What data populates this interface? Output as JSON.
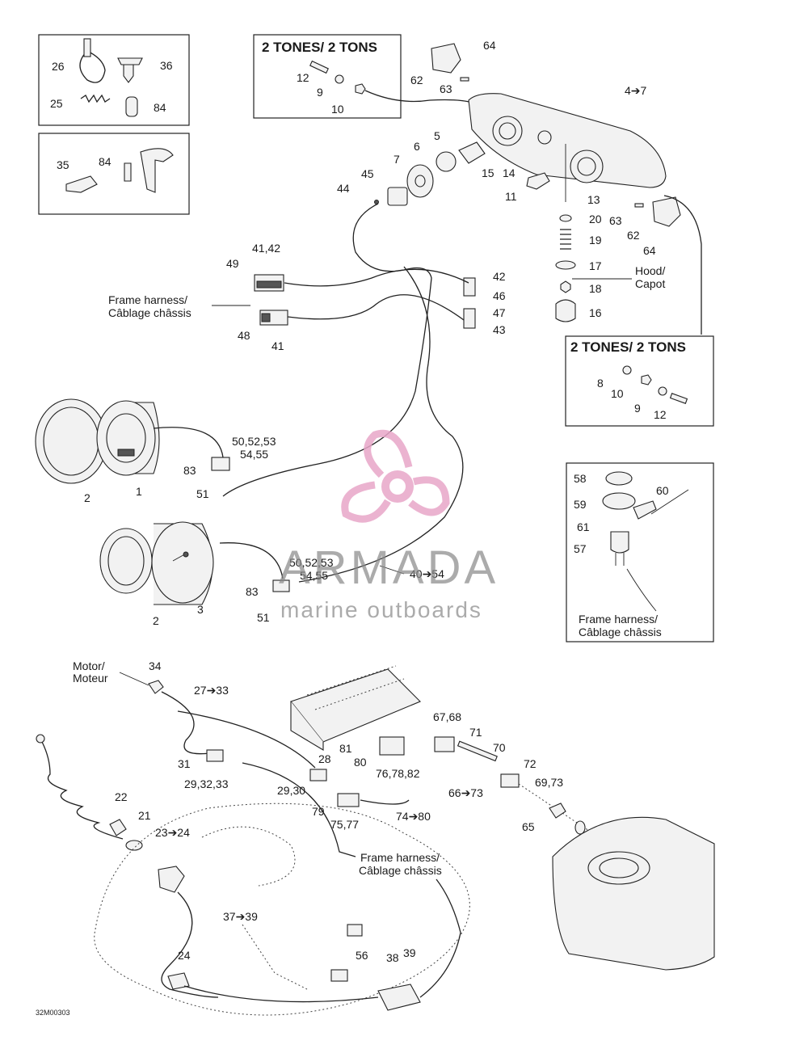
{
  "diagram": {
    "box_titles": {
      "tones_top": "2 TONES/ 2 TONS",
      "tones_right": "2 TONES/ 2 TONS"
    },
    "notes": {
      "frame_harness_1": [
        "Frame harness/",
        "Câblage châssis"
      ],
      "frame_harness_2": [
        "Frame harness/",
        "Câblage châssis"
      ],
      "frame_harness_3": [
        "Frame harness/",
        "Câblage châssis"
      ],
      "hood": [
        "Hood/",
        "Capot"
      ],
      "motor": [
        "Motor/",
        "Moteur"
      ]
    },
    "watermark": {
      "brand": "ARMADA",
      "tagline": "marine outboards"
    },
    "drawing_code": "32M00303",
    "part_labels": {
      "p26": "26",
      "p36": "36",
      "p25": "25",
      "p84a": "84",
      "p35": "35",
      "p84b": "84",
      "p12a": "12",
      "p9a": "9",
      "p10a": "10",
      "p64a": "64",
      "p62a": "62",
      "p63a": "63",
      "p4to7": "4➔7",
      "p5": "5",
      "p6": "6",
      "p7": "7",
      "p45": "45",
      "p44": "44",
      "p15": "15",
      "p14": "14",
      "p11": "11",
      "p13": "13",
      "p20": "20",
      "p19": "19",
      "p17": "17",
      "p18": "18",
      "p16": "16",
      "p63b": "63",
      "p62b": "62",
      "p64b": "64",
      "p4142": "41,42",
      "p49": "49",
      "p48": "48",
      "p41": "41",
      "p42": "42",
      "p46": "46",
      "p47": "47",
      "p43": "43",
      "p8": "8",
      "p10b": "10",
      "p9b": "9",
      "p12b": "12",
      "p5052a": "50,52,53",
      "p5455a": "54,55",
      "p83a": "83",
      "p51a": "51",
      "p2a": "2",
      "p1": "1",
      "p58": "58",
      "p60": "60",
      "p59": "59",
      "p61": "61",
      "p57": "57",
      "p5052b": "50,52,53",
      "p5455b": "54,55",
      "p40to54": "40➔54",
      "p83b": "83",
      "p51b": "51",
      "p2b": "2",
      "p3": "3",
      "p34": "34",
      "p27to33": "27➔33",
      "p31": "31",
      "p293233": "29,32,33",
      "p28": "28",
      "p2930": "29,30",
      "p22": "22",
      "p21": "21",
      "p23to24": "23➔24",
      "p6768": "67,68",
      "p71": "71",
      "p70": "70",
      "p72": "72",
      "p6973": "69,73",
      "p66to73": "66➔73",
      "p65": "65",
      "p81": "81",
      "p80a": "80",
      "p767882": "76,78,82",
      "p79": "79",
      "p7577": "75,77",
      "p74to80": "74➔80",
      "p37to39": "37➔39",
      "p56": "56",
      "p24": "24",
      "p38": "38",
      "p39": "39"
    }
  }
}
